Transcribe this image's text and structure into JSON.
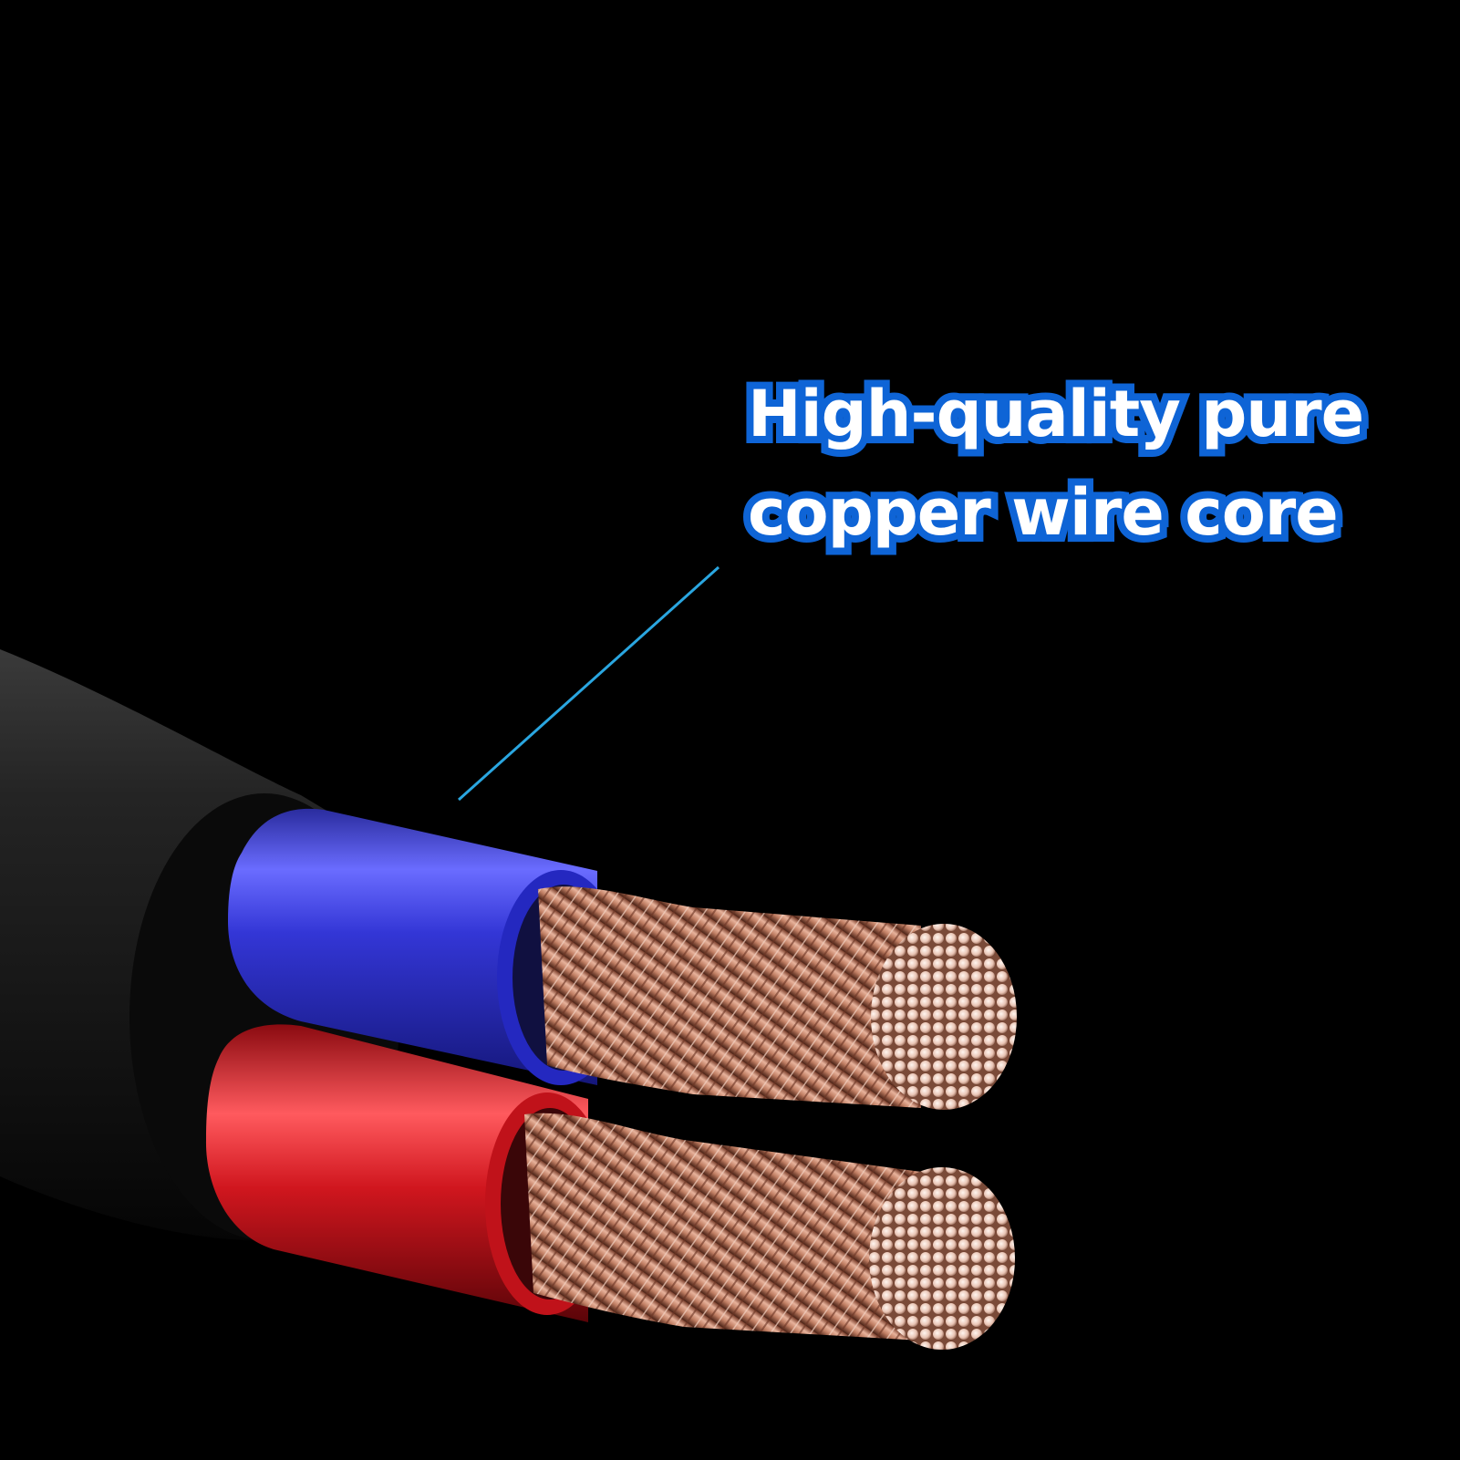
{
  "headline": {
    "line1": "High-quality pure",
    "line2": "copper wire core"
  },
  "colors": {
    "background": "#000000",
    "text_fill": "#ffffff",
    "text_outline": "#0e64d6",
    "pointer_line": "#2aa6e0",
    "blue_insulation": "#2b31c8",
    "red_insulation": "#c8141c",
    "outer_jacket": "#1c1c1c",
    "copper": "#c9866a"
  },
  "icons": {
    "pointer": "leader-line",
    "product": "two-core-cable"
  }
}
